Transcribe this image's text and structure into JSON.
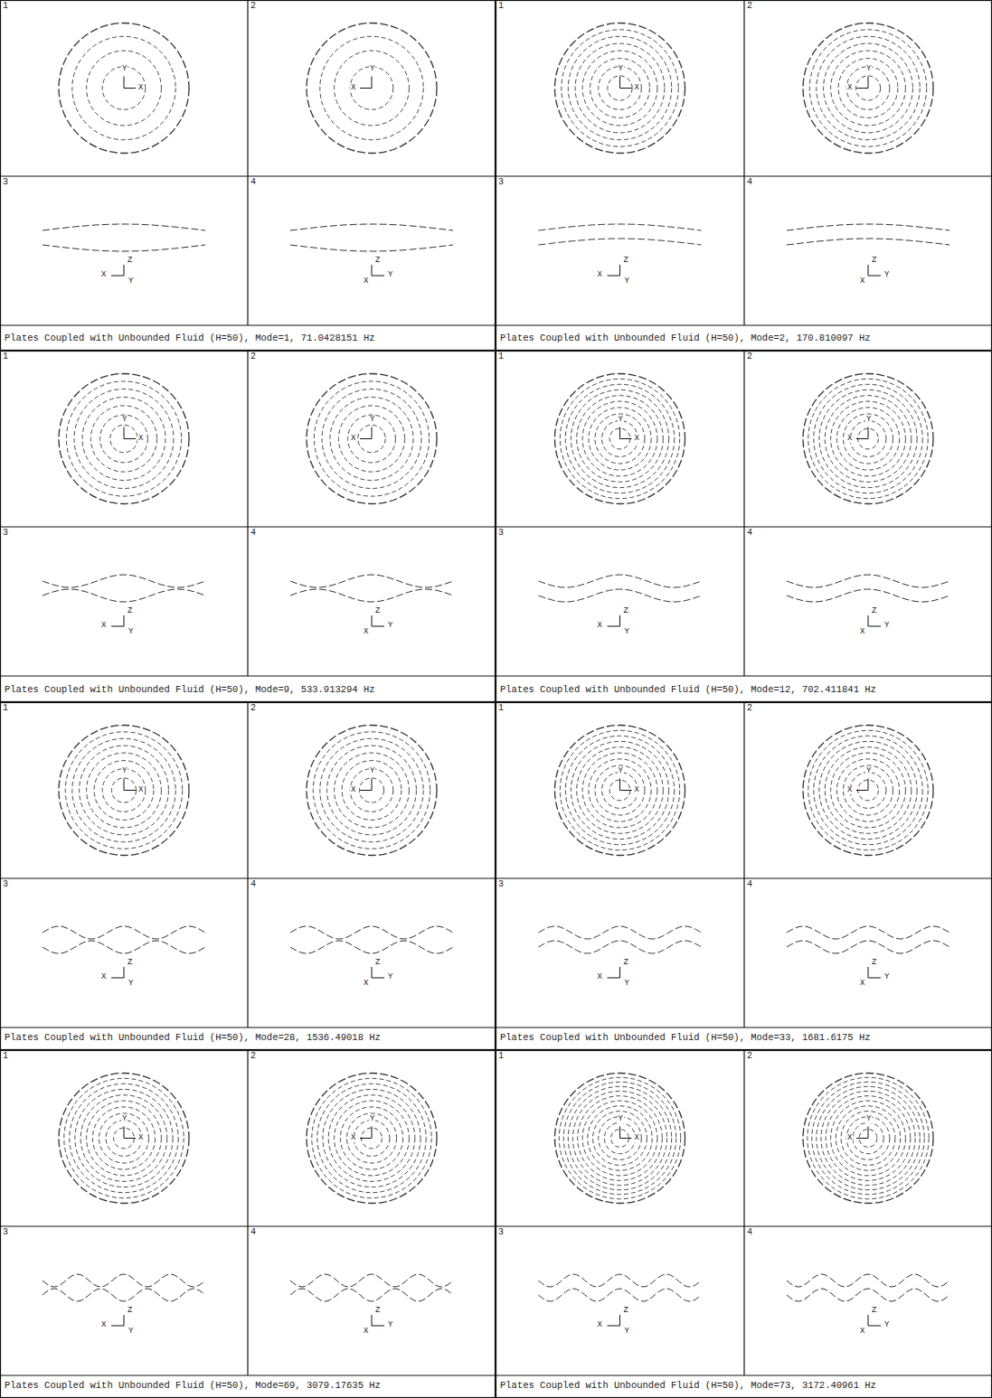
{
  "diagram": {
    "labels": [
      "1",
      "2",
      "3",
      "4",
      "Y",
      "X",
      "Y",
      "X",
      "Z",
      "X",
      "Y",
      "Z",
      "X",
      "Y",
      "Plates Coupled with Unbounded Fluid (H=50), Mode=1, 71.0428151 Hz",
      "1",
      "2",
      "3",
      "4",
      "Y",
      "X",
      "Y",
      "X",
      "Z",
      "X",
      "Y",
      "Z",
      "X",
      "Y",
      "Plates Coupled with Unbounded Fluid (H=50), Mode=2, 170.810097 Hz",
      "1",
      "2",
      "3",
      "4",
      "Y",
      "X",
      "Y",
      "X",
      "Z",
      "X",
      "Y",
      "Z",
      "X",
      "Y",
      "Plates Coupled with Unbounded Fluid (H=50), Mode=9, 533.913294 Hz",
      "1",
      "2",
      "3",
      "4",
      "Y",
      "X",
      "Y",
      "X",
      "Z",
      "X",
      "Y",
      "Z",
      "X",
      "Y",
      "Plates Coupled with Unbounded Fluid (H=50), Mode=12, 702.411841 Hz",
      "1",
      "2",
      "3",
      "4",
      "Y",
      "X",
      "Y",
      "X",
      "Z",
      "X",
      "Y",
      "Z",
      "X",
      "Y",
      "Plates Coupled with Unbounded Fluid (H=50), Mode=28, 1536.49018 Hz",
      "1",
      "2",
      "3",
      "4",
      "Y",
      "X",
      "Y",
      "X",
      "Z",
      "X",
      "Y",
      "Z",
      "X",
      "Y",
      "Plates Coupled with Unbounded Fluid (H=50), Mode=33, 1681.6175 Hz",
      "1",
      "2",
      "3",
      "4",
      "Y",
      "X",
      "Y",
      "X",
      "Z",
      "X",
      "Y",
      "Z",
      "X",
      "Y",
      "Plates Coupled with Unbounded Fluid (H=50), Mode=69, 3079.17635 Hz",
      "1",
      "2",
      "3",
      "4",
      "Y",
      "X",
      "Y",
      "X",
      "Z",
      "X",
      "Y",
      "Z",
      "X",
      "Y",
      "Plates Coupled with Unbounded Fluid (H=50), Mode=73, 3172.40961 Hz"
    ]
  }
}
